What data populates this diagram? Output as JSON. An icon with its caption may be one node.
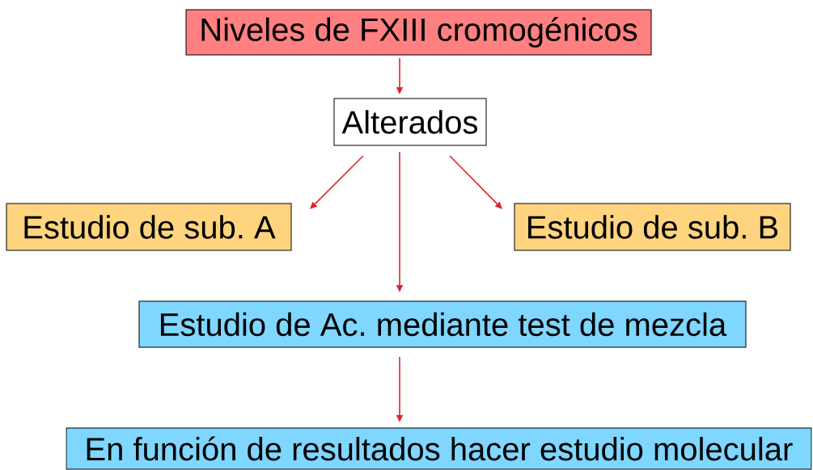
{
  "diagram": {
    "nodes": [
      {
        "text": [
          "Niveles de FXIII cromogénicos"
        ]
      },
      {
        "text": [
          "Alterados"
        ]
      },
      {
        "text": [
          "Estudio de sub. A"
        ]
      },
      {
        "text": [
          "Estudio de sub. B"
        ]
      },
      {
        "text": [
          "Estudio de Ac. mediante test de mezcla"
        ]
      },
      {
        "text": [
          "En función de resultados hacer estudio molecular"
        ]
      }
    ],
    "edges": [
      {
        "from": 0,
        "to": 1,
        "arrow": "to"
      },
      {
        "from": 1,
        "to": 2,
        "arrow": "to"
      },
      {
        "from": 1,
        "to": 3,
        "arrow": "to"
      },
      {
        "from": 1,
        "to": 4,
        "arrow": "to"
      },
      {
        "from": 4,
        "to": 5,
        "arrow": "to"
      }
    ]
  }
}
